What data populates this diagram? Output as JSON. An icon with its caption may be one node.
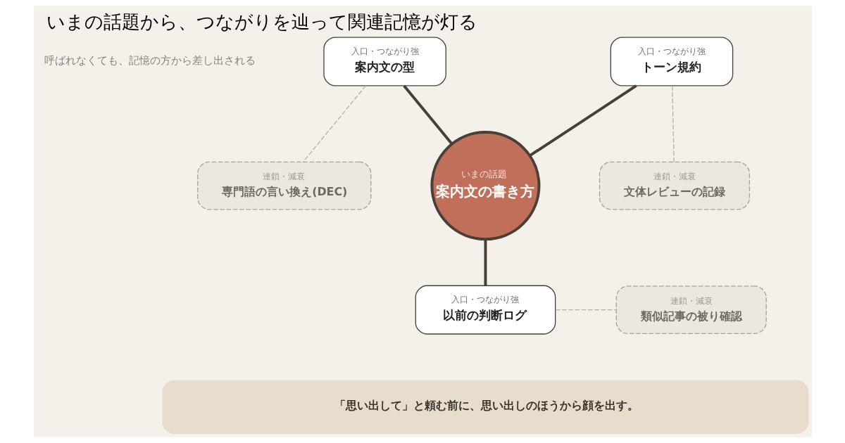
{
  "diagram": {
    "title": "いまの話題から、つながりを辿って関連記憶が灯る",
    "nodes": [
      {
        "text": [
          "いまの話題",
          "案内文の書き方"
        ]
      },
      {
        "text": [
          "入口・つながり強",
          "案内文の型"
        ]
      },
      {
        "text": [
          "入口・つながり強",
          "トーン規約"
        ]
      },
      {
        "text": [
          "入口・つながり強",
          "以前の判断ログ"
        ]
      },
      {
        "text": [
          "連鎖・減衰",
          "専門語の言い換え(DEC)"
        ]
      },
      {
        "text": [
          "連鎖・減衰",
          "文体レビューの記録"
        ]
      },
      {
        "text": [
          "連鎖・減衰",
          "類似記事の被り確認"
        ]
      },
      {
        "text": [
          "「思い出して」と頼む前に、思い出しのほうから顔を出す。"
        ]
      }
    ],
    "edges": [
      {
        "from": 0,
        "to": 1,
        "arrow": "none",
        "style": "thick"
      },
      {
        "from": 0,
        "to": 2,
        "arrow": "none",
        "style": "thick"
      },
      {
        "from": 0,
        "to": 3,
        "arrow": "none",
        "style": "thick"
      },
      {
        "from": 1,
        "to": 4,
        "arrow": "none",
        "style": "dashed",
        "color": "#b5b0a8"
      },
      {
        "from": 2,
        "to": 5,
        "arrow": "none",
        "style": "dashed",
        "color": "#b5b0a8"
      },
      {
        "from": 3,
        "to": 6,
        "arrow": "none",
        "style": "dashed",
        "color": "#b5b0a8"
      }
    ],
    "labels": [
      "呼ばれなくても、記憶の方から差し出される"
    ]
  }
}
